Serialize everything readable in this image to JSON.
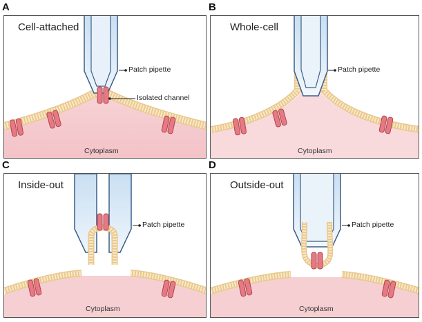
{
  "panels": [
    {
      "letter": "A",
      "title": "Cell-attached",
      "callouts": [
        "Patch pipette",
        "Isolated channel"
      ],
      "region": "Cytoplasm"
    },
    {
      "letter": "B",
      "title": "Whole-cell",
      "callouts": [
        "Patch pipette"
      ],
      "region": "Cytoplasm"
    },
    {
      "letter": "C",
      "title": "Inside-out",
      "callouts": [
        "Patch pipette"
      ],
      "region": "Cytoplasm"
    },
    {
      "letter": "D",
      "title": "Outside-out",
      "callouts": [
        "Patch pipette"
      ],
      "region": "Cytoplasm"
    }
  ],
  "colors": {
    "panel_border": "#555555",
    "cytoplasm": "#f6cfd2",
    "membrane": "#fbe9c8",
    "membrane_edge": "#e8c98f",
    "pipette_fill": "#dceaf7",
    "pipette_edge": "#3b5f86",
    "channel": "#e57a84",
    "channel_edge": "#b2434e"
  }
}
